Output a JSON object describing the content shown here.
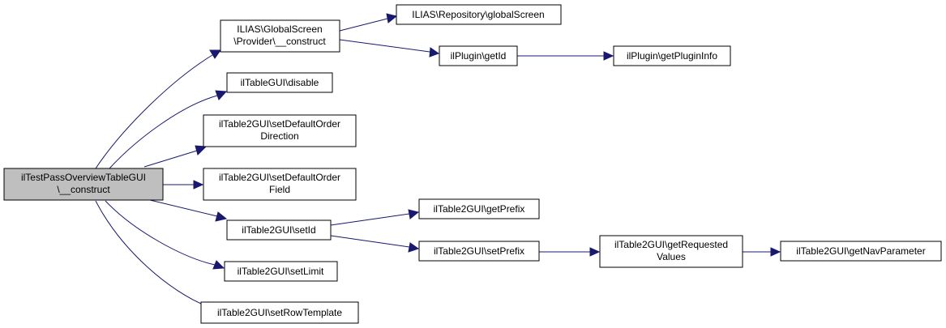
{
  "nodes": {
    "root": [
      "ilTestPassOverviewTableGUI",
      "\\__construct"
    ],
    "provider_construct": [
      "ILIAS\\GlobalScreen",
      "\\Provider\\__construct"
    ],
    "global_screen": [
      "ILIAS\\Repository\\globalScreen"
    ],
    "plugin_get_id": [
      "ilPlugin\\getId"
    ],
    "plugin_get_info": [
      "ilPlugin\\getPluginInfo"
    ],
    "table_disable": [
      "ilTableGUI\\disable"
    ],
    "set_default_order_direction": [
      "ilTable2GUI\\setDefaultOrder",
      "Direction"
    ],
    "set_default_order_field": [
      "ilTable2GUI\\setDefaultOrder",
      "Field"
    ],
    "set_id": [
      "ilTable2GUI\\setId"
    ],
    "get_prefix": [
      "ilTable2GUI\\getPrefix"
    ],
    "set_prefix": [
      "ilTable2GUI\\setPrefix"
    ],
    "get_requested_values": [
      "ilTable2GUI\\getRequested",
      "Values"
    ],
    "get_nav_parameter": [
      "ilTable2GUI\\getNavParameter"
    ],
    "set_limit": [
      "ilTable2GUI\\setLimit"
    ],
    "set_row_template": [
      "ilTable2GUI\\setRowTemplate"
    ]
  },
  "edges": [
    [
      "root",
      "provider_construct"
    ],
    [
      "root",
      "table_disable"
    ],
    [
      "root",
      "set_default_order_direction"
    ],
    [
      "root",
      "set_default_order_field"
    ],
    [
      "root",
      "set_id"
    ],
    [
      "root",
      "set_limit"
    ],
    [
      "root",
      "set_row_template"
    ],
    [
      "provider_construct",
      "global_screen"
    ],
    [
      "provider_construct",
      "plugin_get_id"
    ],
    [
      "plugin_get_id",
      "plugin_get_info"
    ],
    [
      "set_id",
      "get_prefix"
    ],
    [
      "set_id",
      "set_prefix"
    ],
    [
      "set_prefix",
      "get_requested_values"
    ],
    [
      "get_requested_values",
      "get_nav_parameter"
    ]
  ],
  "colors": {
    "edge": "#191970",
    "root_fill": "#bfbfbf",
    "node_fill": "#ffffff",
    "border": "#000000"
  }
}
